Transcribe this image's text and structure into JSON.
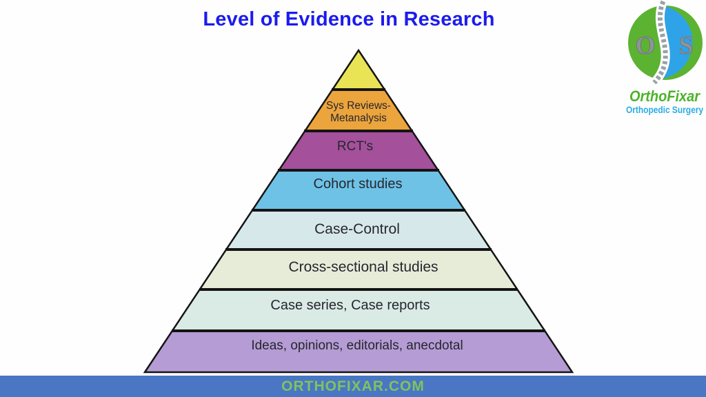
{
  "title": {
    "text": "Level of Evidence in Research",
    "color": "#1b1bef"
  },
  "pyramid": {
    "outline_color": "#141414",
    "tiers": [
      {
        "id": "tier-1-peak",
        "label": "",
        "color": "#e9e455"
      },
      {
        "id": "tier-2-sys-reviews",
        "label_line1": "Sys Reviews-",
        "label_line2": "Metanalysis",
        "color": "#eca43c"
      },
      {
        "id": "tier-3-rcts",
        "label": "RCT's",
        "color": "#a4509b"
      },
      {
        "id": "tier-4-cohort",
        "label": "Cohort studies",
        "color": "#6ec2e6"
      },
      {
        "id": "tier-5-case-control",
        "label": "Case-Control",
        "color": "#d6e8ea"
      },
      {
        "id": "tier-6-cross-sectional",
        "label": "Cross-sectional studies",
        "color": "#e7ecd9"
      },
      {
        "id": "tier-7-case-series",
        "label": "Case series, Case reports",
        "color": "#daeae4"
      },
      {
        "id": "tier-8-ideas",
        "label": "Ideas, opinions, editorials, anecdotal",
        "color": "#b59cd5"
      }
    ]
  },
  "logo": {
    "monogram_left": "O",
    "monogram_right": "S",
    "brand": "OrthoFixar",
    "subtitle": "Orthopedic Surgery",
    "green_half_color": "#5cb331",
    "blue_half_color": "#2fa3e8",
    "brand_color": "#4cb32b",
    "subtitle_color": "#29abe2",
    "spine_color": "#9aa1a7",
    "monogram_color": "#8d949a"
  },
  "footer": {
    "text": "ORTHOFIXAR.COM",
    "background": "#4a76c3",
    "text_color": "#7ec45e"
  }
}
